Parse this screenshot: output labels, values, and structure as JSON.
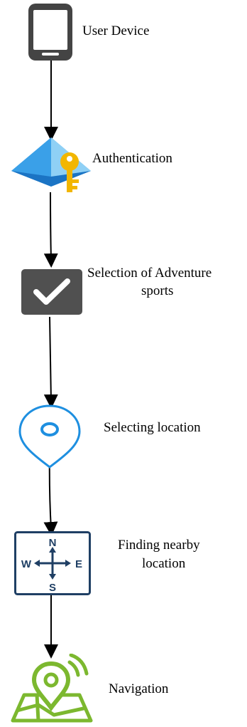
{
  "steps": [
    {
      "id": "device",
      "label": "User Device",
      "icon": "smartphone-icon"
    },
    {
      "id": "auth",
      "label": "Authentication",
      "icon": "key-pyramid-icon"
    },
    {
      "id": "selection",
      "label_line1": "Selection of Adventure",
      "label_line2": "sports",
      "icon": "checkbox-check-icon"
    },
    {
      "id": "location",
      "label": "Selecting location",
      "icon": "map-pin-icon"
    },
    {
      "id": "nearby",
      "label_line1": "Finding nearby",
      "label_line2": "location",
      "icon": "compass-icon"
    },
    {
      "id": "navigation",
      "label": "Navigation",
      "icon": "map-navigation-icon"
    }
  ],
  "compass": {
    "n": "N",
    "s": "S",
    "w": "W",
    "e": "E"
  },
  "colors": {
    "phone": "#444444",
    "auth_blue": "#3aa0e8",
    "key_gold": "#f2b600",
    "check_bg": "#505050",
    "pin_blue": "#1e8fe0",
    "compass_navy": "#1f3f64",
    "nav_green": "#7cb82f",
    "arrow": "#000000"
  }
}
